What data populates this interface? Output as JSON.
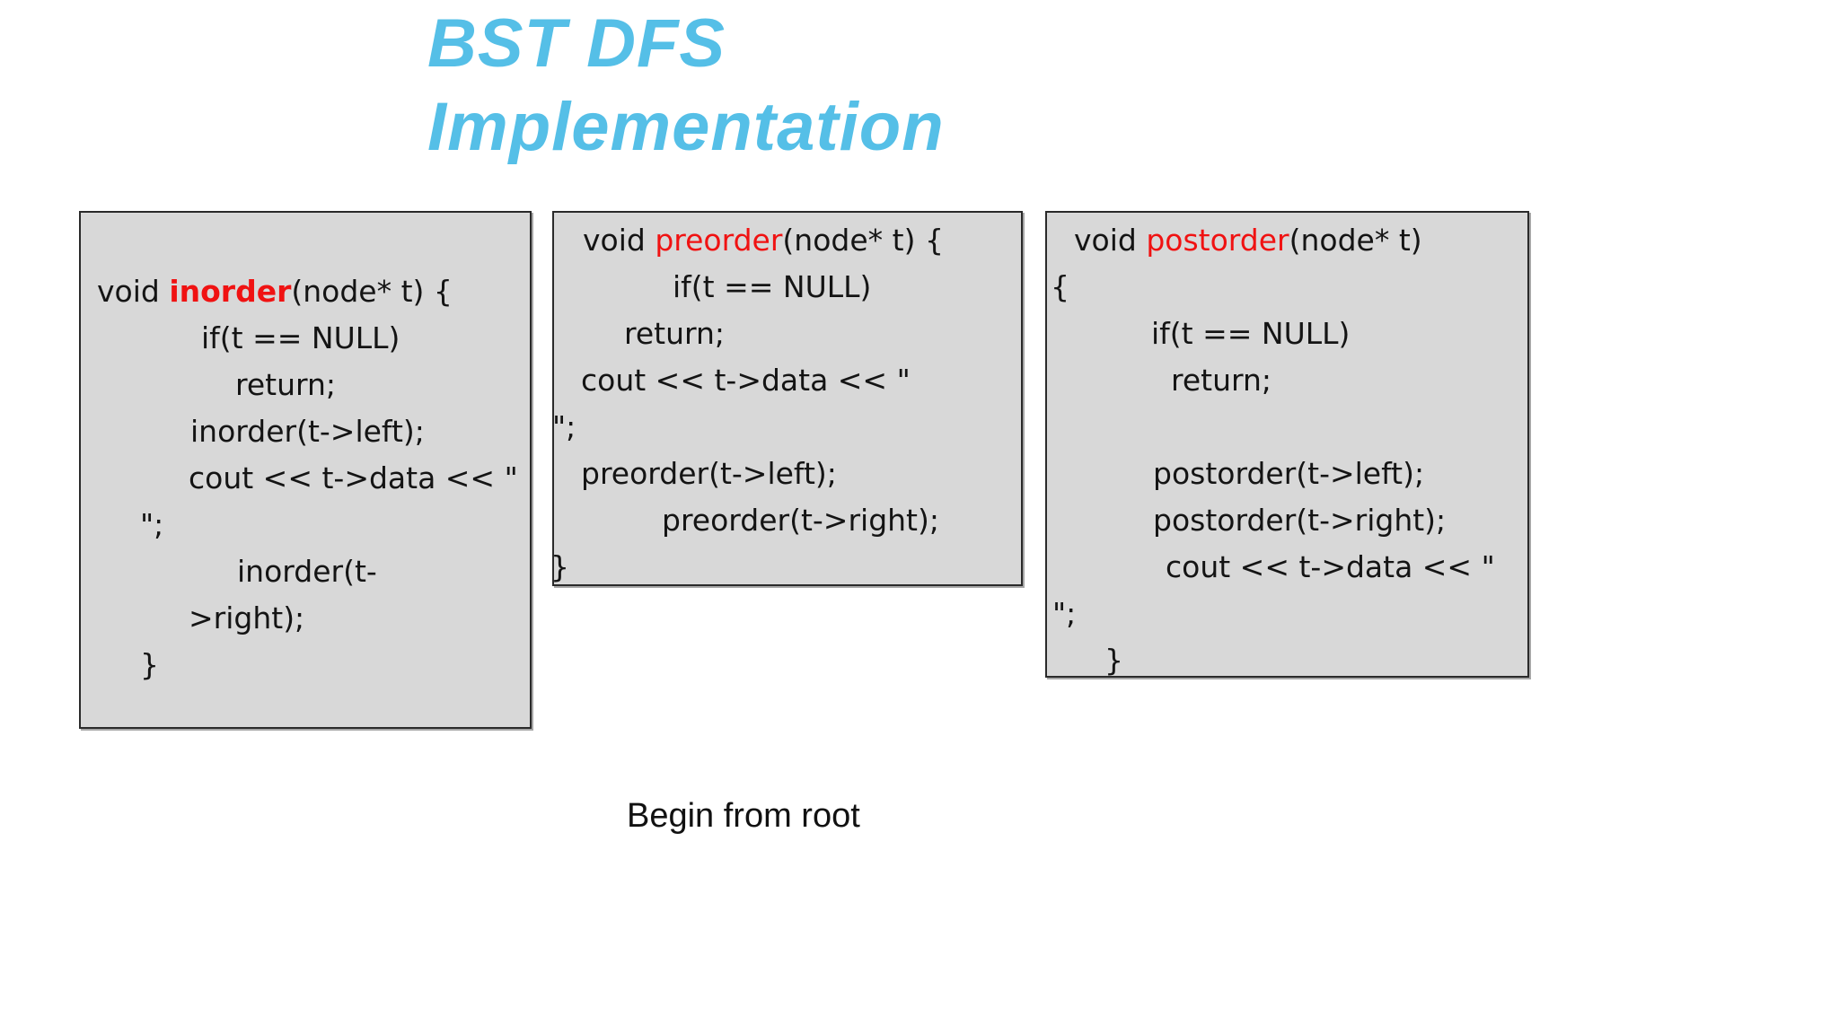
{
  "slide": {
    "title_lines": [
      "BST DFS",
      "Implementation"
    ],
    "caption": "Begin from root"
  },
  "colors": {
    "title_blue": "#55BFE7",
    "keyword_red": "#F01212",
    "box_fill": "#D8D8D8",
    "box_border": "#2A2A2A",
    "code_text": "#141414",
    "caption_text": "#111111"
  },
  "code_boxes": [
    {
      "id": "inorder",
      "lines": [
        {
          "indent": 18,
          "segments": [
            {
              "text": "void "
            },
            {
              "text": "inorder",
              "red": true,
              "bold": true
            },
            {
              "text": "(node* t) {"
            }
          ]
        },
        {
          "indent": 134,
          "segments": [
            {
              "text": "if(t == NULL)"
            }
          ]
        },
        {
          "indent": 172,
          "segments": [
            {
              "text": "return;"
            }
          ]
        },
        {
          "indent": 122,
          "segments": [
            {
              "text": "inorder(t->left);"
            }
          ]
        },
        {
          "indent": 120,
          "segments": [
            {
              "text": "cout << t->data << \""
            }
          ]
        },
        {
          "indent": 66,
          "segments": [
            {
              "text": "\";"
            }
          ]
        },
        {
          "indent": 174,
          "segments": [
            {
              "text": "inorder(t-"
            }
          ]
        },
        {
          "indent": 120,
          "segments": [
            {
              "text": ">right);"
            }
          ]
        },
        {
          "indent": 66,
          "segments": [
            {
              "text": "}"
            }
          ]
        }
      ]
    },
    {
      "id": "preorder",
      "lines": [
        {
          "indent": 32,
          "segments": [
            {
              "text": "void "
            },
            {
              "text": "preorder",
              "red": true
            },
            {
              "text": "(node* t) {"
            }
          ]
        },
        {
          "indent": 132,
          "segments": [
            {
              "text": "if(t == NULL)"
            }
          ]
        },
        {
          "indent": 78,
          "segments": [
            {
              "text": "return;"
            }
          ]
        },
        {
          "indent": 30,
          "segments": [
            {
              "text": "cout << t->data << \""
            }
          ]
        },
        {
          "indent": -2,
          "segments": [
            {
              "text": "\";"
            }
          ]
        },
        {
          "indent": 30,
          "segments": [
            {
              "text": "preorder(t->left);"
            }
          ]
        },
        {
          "indent": 120,
          "segments": [
            {
              "text": "preorder(t->right);"
            }
          ]
        },
        {
          "indent": -4,
          "segments": [
            {
              "text": "}"
            }
          ]
        }
      ]
    },
    {
      "id": "postorder",
      "lines": [
        {
          "indent": 30,
          "segments": [
            {
              "text": "void "
            },
            {
              "text": "postorder",
              "red": true
            },
            {
              "text": "(node* t)"
            }
          ]
        },
        {
          "indent": 4,
          "segments": [
            {
              "text": "{"
            }
          ]
        },
        {
          "indent": 116,
          "segments": [
            {
              "text": "if(t == NULL)"
            }
          ]
        },
        {
          "indent": 138,
          "segments": [
            {
              "text": "return;"
            }
          ]
        },
        {
          "indent": 0,
          "segments": []
        },
        {
          "indent": 118,
          "segments": [
            {
              "text": "postorder(t->left);"
            }
          ]
        },
        {
          "indent": 118,
          "segments": [
            {
              "text": "postorder(t->right);"
            }
          ]
        },
        {
          "indent": 132,
          "segments": [
            {
              "text": "cout << t->data << \""
            }
          ]
        },
        {
          "indent": 6,
          "segments": [
            {
              "text": "\";"
            }
          ]
        },
        {
          "indent": 64,
          "segments": [
            {
              "text": "}"
            }
          ]
        }
      ]
    }
  ]
}
